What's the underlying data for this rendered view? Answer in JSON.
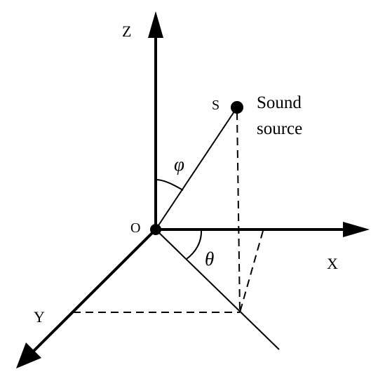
{
  "axes": {
    "z_label": "Z",
    "x_label": "X",
    "y_label": "Y"
  },
  "points": {
    "origin_label": "O",
    "source_label": "S"
  },
  "source_caption": {
    "line1": "Sound",
    "line2": "source"
  },
  "angles": {
    "phi": "φ",
    "theta": "θ"
  },
  "colors": {
    "ink": "#000000",
    "background": "#ffffff"
  }
}
